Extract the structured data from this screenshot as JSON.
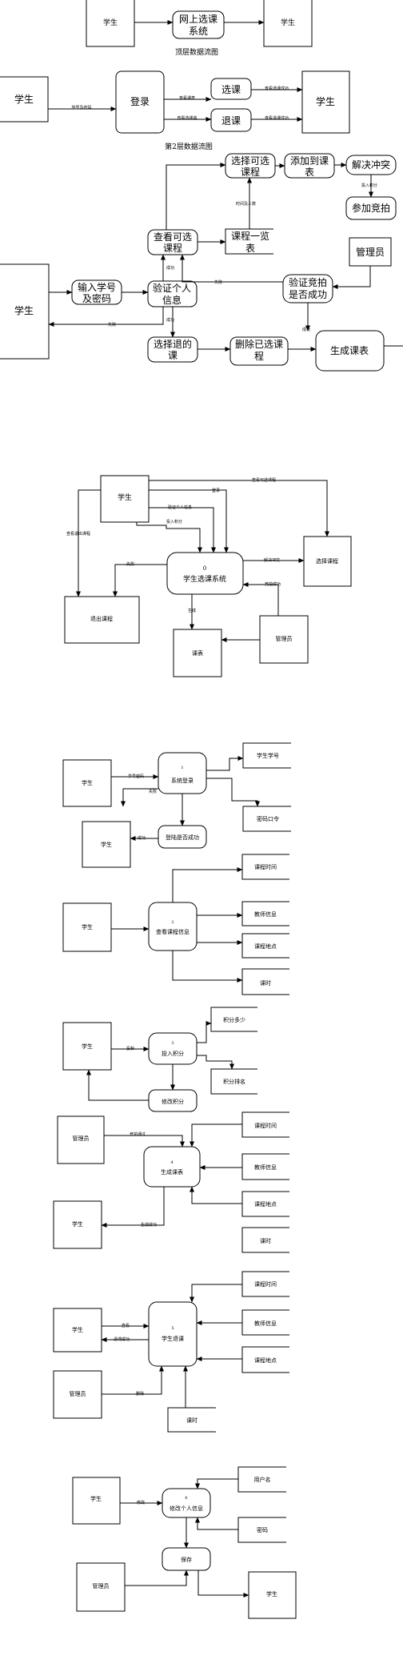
{
  "level0": {
    "title": "顶层数据流图",
    "student_left": "学生",
    "system_line1": "网上选课",
    "system_line2": "系统",
    "student_right": "学生"
  },
  "level1": {
    "student": "学生",
    "login": "登录",
    "select": "选课",
    "drop": "退课",
    "student_right": "学生",
    "flow_id_pwd": "学号及密码",
    "flow_view_courses": "查看课表",
    "flow_view_selected": "查看选课单",
    "flow_select_ok": "查看选课成功",
    "flow_drop_ok": "查看退课成功"
  },
  "level2": {
    "title": "第2层数据流图",
    "student": "学生",
    "input_line1": "输入学号",
    "input_line2": "及密码",
    "verify_line1": "验证个人",
    "verify_line2": "信息",
    "view_line1": "查看可选",
    "view_line2": "课程",
    "catalog_line1": "课程一览",
    "catalog_line2": "表",
    "choose_line1": "选择可选",
    "choose_line2": "课程",
    "add_line1": "添加到课",
    "add_line2": "表",
    "resolve": "解决冲突",
    "bid": "参加竞拍",
    "admin": "管理员",
    "verify_bid_line1": "验证竞拍",
    "verify_bid_line2": "是否成功",
    "choose_drop_line1": "选择退的",
    "choose_drop_line2": "课",
    "delete_line1": "删除已选课",
    "delete_line2": "程",
    "generate": "生成课表",
    "flow_success_1": "成功",
    "flow_time_count": "时间及人数",
    "flow_points": "投入积分",
    "flow_fail_1": "失败",
    "flow_fail_2": "失败",
    "flow_success_2": "成功",
    "flow_success_3": "成功"
  },
  "context": {
    "student": "学生",
    "center_num": "0",
    "center_label": "学生选课系统",
    "select_courses": "选择课程",
    "drop_courses": "退出课程",
    "courses": "课表",
    "admin": "管理员",
    "flow_view_selectable": "查看可选课程",
    "flow_login": "登录",
    "flow_verify": "验证个人信息",
    "flow_points": "投入积分",
    "flow_view_drop": "查看退出课程",
    "flow_fail": "失败",
    "flow_resolve": "解决冲突",
    "flow_bid_success": "竞拍成功",
    "flow_generate": "生成"
  },
  "p1": {
    "student": "学生",
    "num": "1",
    "label": "系统登录",
    "store_id": "学生学号",
    "store_pwd": "密码口令",
    "check_login": "登陆是否成功",
    "student2": "学生",
    "flow_id_pwd": "学号密码",
    "flow_fail": "失败",
    "flow_success": "成功"
  },
  "p2": {
    "student": "学生",
    "num": "2",
    "label": "查看课程信息",
    "store_time": "课程时间",
    "store_teacher": "教师信息",
    "store_place": "课程地点",
    "store_hours": "课时"
  },
  "p3": {
    "student": "学生",
    "num": "3",
    "label": "投入积分",
    "store_points": "积分多少",
    "store_rank": "积分排名",
    "modify": "修改积分",
    "flow_input": "投积"
  },
  "p4": {
    "admin": "管理员",
    "num": "4",
    "label": "生成课表",
    "student": "学生",
    "store_time": "课程时间",
    "store_teacher": "教师信息",
    "store_place": "课程地点",
    "store_hours": "课时",
    "flow_bid": "竞拍通过",
    "flow_gen_ok": "生成成功"
  },
  "p5": {
    "student": "学生",
    "num": "5",
    "label": "学生退课",
    "admin": "管理员",
    "store_time": "课程时间",
    "store_teacher": "教师信息",
    "store_place": "课程地点",
    "store_hours": "课时",
    "flow_view": "查看",
    "flow_drop_ok": "退课成功",
    "flow_delete": "删除"
  },
  "p6": {
    "student": "学生",
    "num": "6",
    "label": "修改个人信息",
    "store_user": "用户名",
    "store_pwd": "密码",
    "save": "保存",
    "admin": "管理员",
    "student2": "学生",
    "flow_modify": "修改"
  }
}
